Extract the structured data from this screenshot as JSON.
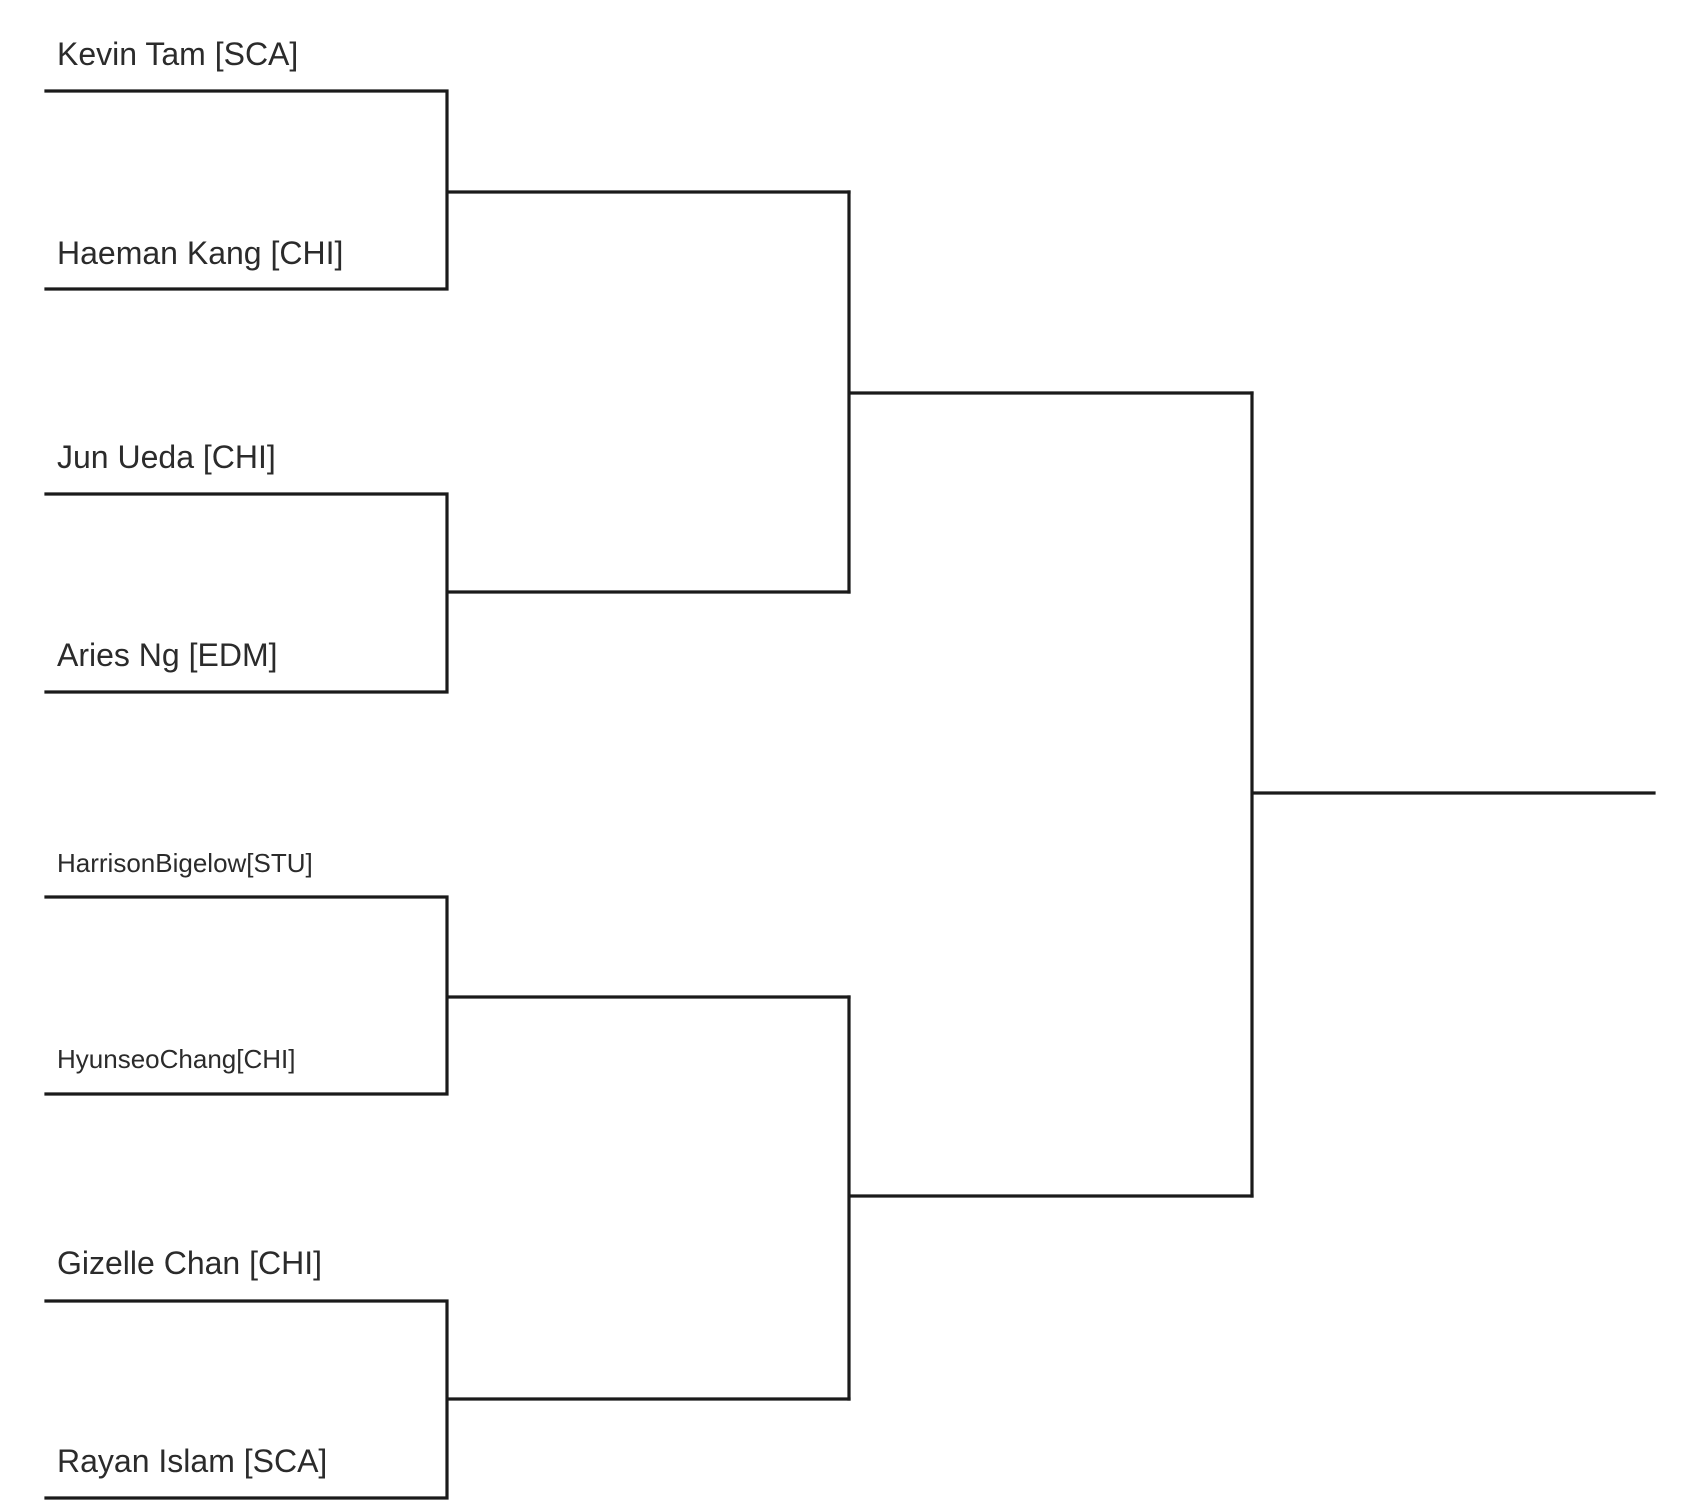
{
  "bracket": {
    "entrants": [
      "Kevin Tam [SCA]",
      "Haeman Kang [CHI]",
      "Jun Ueda [CHI]",
      "Aries Ng [EDM]",
      "HarrisonBigelow[STU]",
      "HyunseoChang[CHI]",
      "Gizelle Chan [CHI]",
      "Rayan Islam [SCA]"
    ],
    "rounds": 3
  }
}
